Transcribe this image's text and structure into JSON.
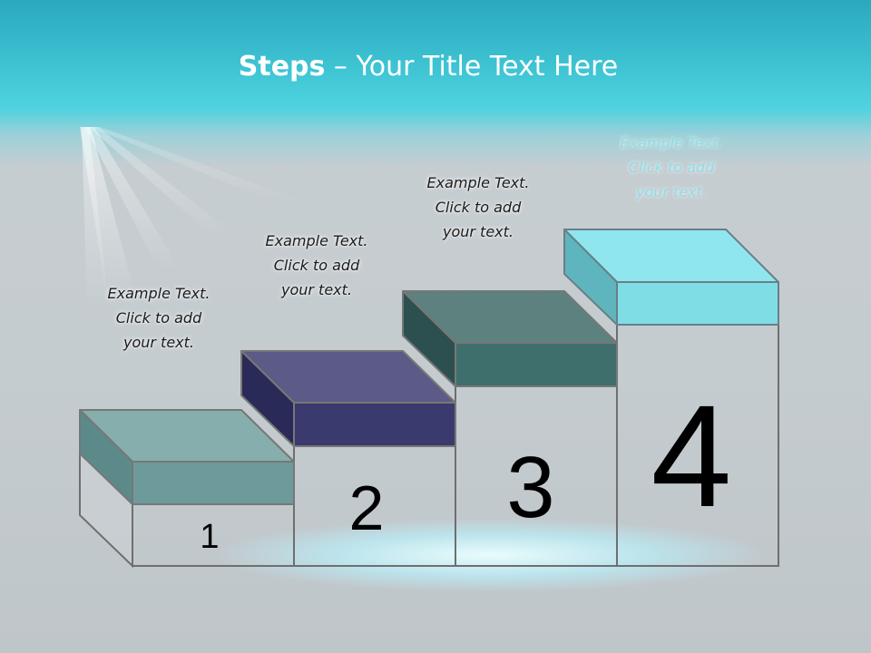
{
  "title": {
    "bold": "Steps",
    "rest": " – Your Title Text Here"
  },
  "steps": [
    {
      "number": "1",
      "caption": [
        "Example Text.",
        "Click  to add",
        "your text."
      ]
    },
    {
      "number": "2",
      "caption": [
        "Example Text.",
        "Click  to add",
        "your text."
      ]
    },
    {
      "number": "3",
      "caption": [
        "Example Text.",
        "Click  to add",
        "your text."
      ]
    },
    {
      "number": "4",
      "caption": [
        "Example Text.",
        "Click  to add",
        "your text."
      ]
    }
  ],
  "colors": {
    "background": "#c5ccd0",
    "title_band": "#3dc2d2",
    "block_1": "#6d9b9b",
    "block_2": "#3a3a6e",
    "block_3": "#3f6f6c",
    "block_4": "#7fdde6"
  }
}
